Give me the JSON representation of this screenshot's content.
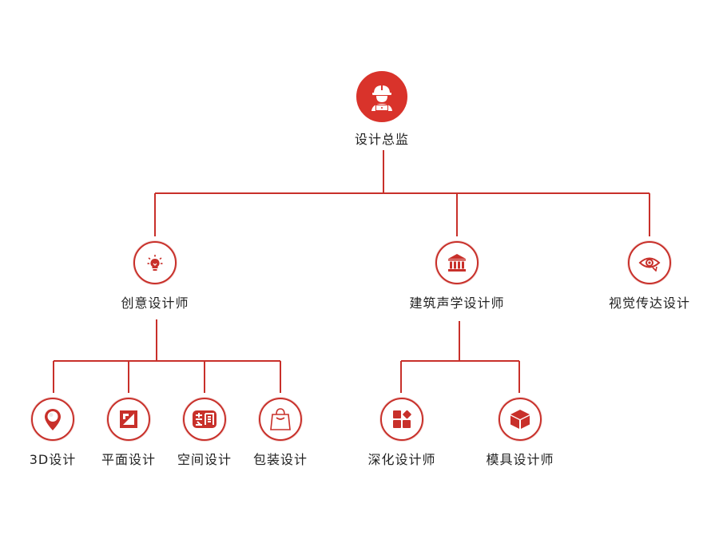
{
  "colors": {
    "accent": "#c8302a",
    "accent_fill": "#d9332b",
    "text": "#222222",
    "background": "#ffffff"
  },
  "root": {
    "label": "设计总监",
    "icon": "engineer-laptop-icon"
  },
  "level2": [
    {
      "label": "创意设计师",
      "icon": "lightbulb-icon"
    },
    {
      "label": "建筑声学设计师",
      "icon": "building-columns-icon"
    },
    {
      "label": "视觉传达设计",
      "icon": "eye-icon"
    }
  ],
  "level3_creative": [
    {
      "label": "3D设计",
      "icon": "map-pin-icon"
    },
    {
      "label": "平面设计",
      "icon": "graphic-design-icon"
    },
    {
      "label": "空间设计",
      "icon": "space-design-icon"
    },
    {
      "label": "包装设计",
      "icon": "shopping-bag-icon"
    }
  ],
  "level3_acoustic": [
    {
      "label": "深化设计师",
      "icon": "blocks-icon"
    },
    {
      "label": "模具设计师",
      "icon": "cube-icon"
    }
  ]
}
